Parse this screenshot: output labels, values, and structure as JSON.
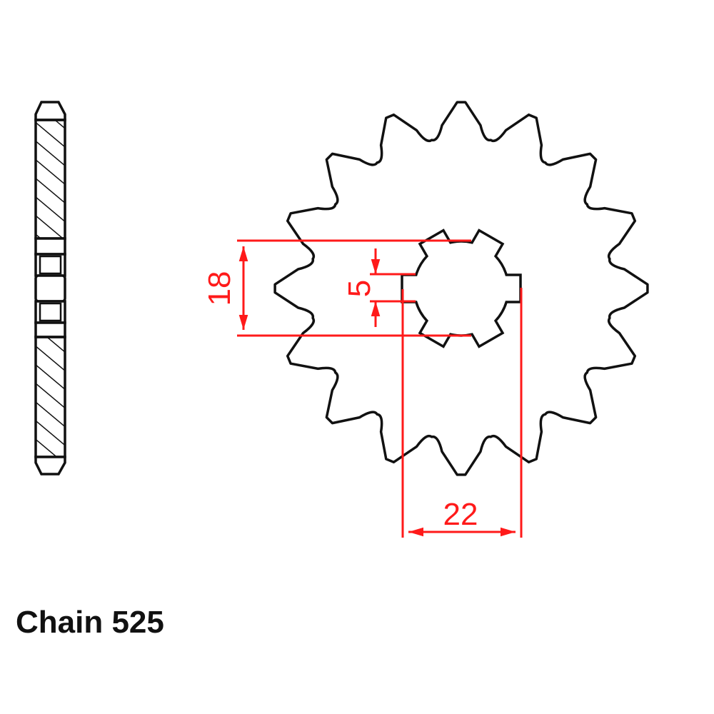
{
  "caption": "Chain 525",
  "part": {
    "type": "front sprocket",
    "teeth": 16,
    "spline_count": 6
  },
  "dimensions": {
    "inner_diameter": {
      "label": "18",
      "value": 18
    },
    "spline_width": {
      "label": "5",
      "value": 5
    },
    "outer_spline_diameter": {
      "label": "22",
      "value": 22
    }
  },
  "colors": {
    "outline": "#111111",
    "dimension": "#ff1a1a",
    "background": "#ffffff"
  }
}
